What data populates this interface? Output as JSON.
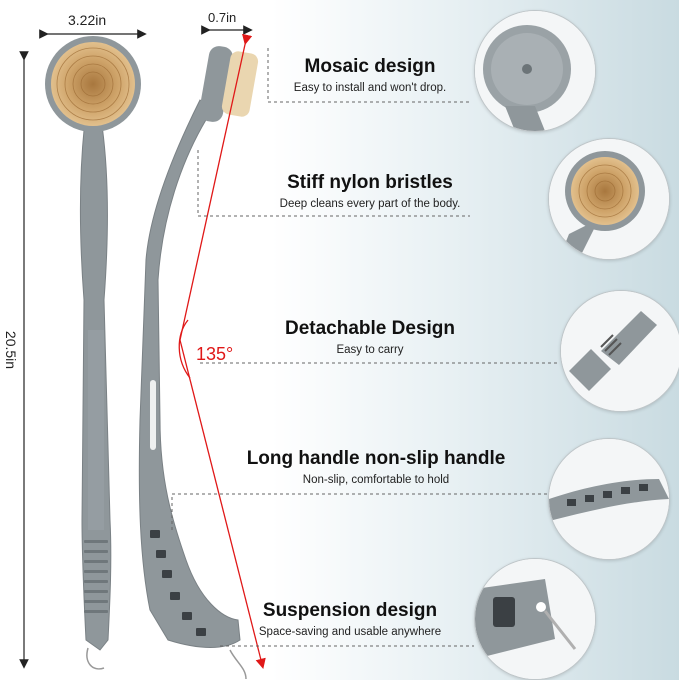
{
  "dimensions": {
    "width_label": "3.22in",
    "thickness_label": "0.7in",
    "length_label": "20.5in",
    "angle_label": "135°"
  },
  "features": [
    {
      "title": "Mosaic design",
      "subtitle": "Easy to install and won't drop."
    },
    {
      "title": "Stiff nylon bristles",
      "subtitle": "Deep cleans every part of the body."
    },
    {
      "title": "Detachable Design",
      "subtitle": "Easy to carry"
    },
    {
      "title": "Long handle non-slip handle",
      "subtitle": "Non-slip, comfortable to hold"
    },
    {
      "title": "Suspension design",
      "subtitle": "Space-saving and usable anywhere"
    }
  ],
  "colors": {
    "handle": "#8f979b",
    "bristles": "#c9a06a",
    "accent_arrow": "#e01818"
  }
}
